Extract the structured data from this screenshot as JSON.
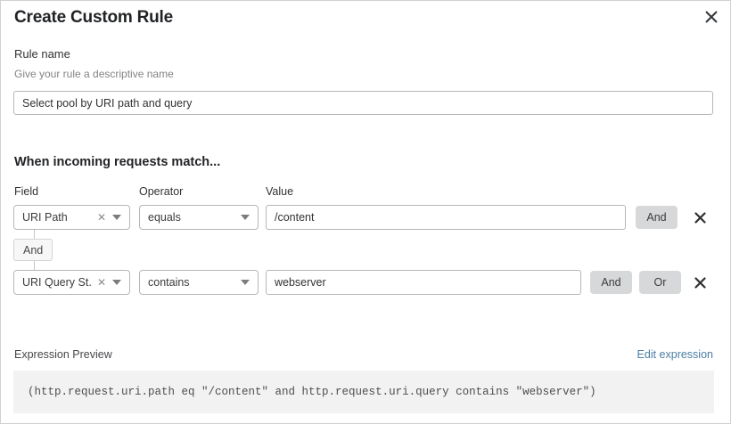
{
  "modal": {
    "title": "Create Custom Rule",
    "close_icon": "close-icon"
  },
  "rule_name": {
    "label": "Rule name",
    "help": "Give your rule a descriptive name",
    "value": "Select pool by URI path and query",
    "placeholder": "Enter rule name"
  },
  "match_section": {
    "heading": "When incoming requests match...",
    "columns": {
      "field": "Field",
      "operator": "Operator",
      "value": "Value"
    },
    "connector": {
      "label": "And"
    },
    "rows": [
      {
        "field": "URI Path",
        "operator": "equals",
        "value": "/content",
        "value_placeholder": "Enter value",
        "buttons": [
          "And"
        ],
        "clear_icon": "clear-icon",
        "caret_icon": "chevron-down-icon",
        "delete_icon": "delete-icon"
      },
      {
        "field": "URI Query St...",
        "operator": "contains",
        "value": "webserver",
        "value_placeholder": "Enter value",
        "buttons": [
          "And",
          "Or"
        ],
        "clear_icon": "clear-icon",
        "caret_icon": "chevron-down-icon",
        "delete_icon": "delete-icon"
      }
    ]
  },
  "expression_preview": {
    "label": "Expression Preview",
    "edit_link": "Edit expression",
    "expression": "(http.request.uri.path eq \"/content\" and http.request.uri.query contains \"webserver\")"
  },
  "colors": {
    "link": "#4b7ea4",
    "button_gray": "#d7d8da",
    "preview_bg": "#f2f2f2",
    "border": "#b6b6b8",
    "text": "#313235"
  }
}
